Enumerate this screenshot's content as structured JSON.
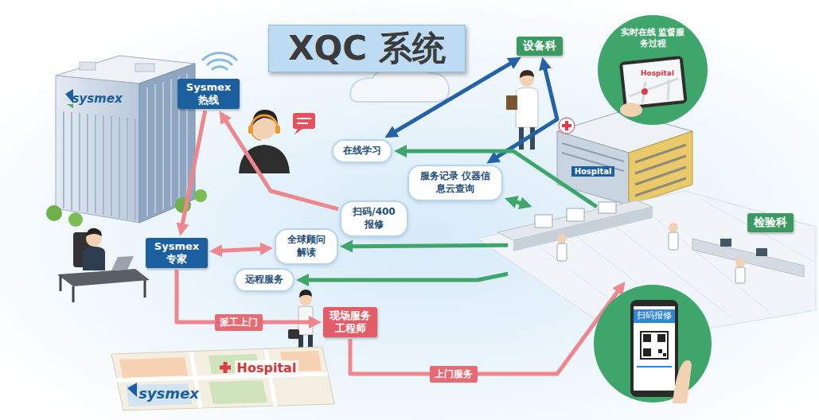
{
  "diagram": {
    "title": "XQC 系统",
    "nodes": [
      {
        "text": [
          "Sysmex 热线"
        ]
      },
      {
        "text": [
          "Sysmex 专家"
        ]
      },
      {
        "text": [
          "现场服务工程师"
        ]
      },
      {
        "text": [
          "在线学习"
        ]
      },
      {
        "text": [
          "服务记录 仪器信息云查询"
        ]
      },
      {
        "text": [
          "扫码/400报修"
        ]
      },
      {
        "text": [
          "全球顾问 解读"
        ]
      },
      {
        "text": [
          "远程服务"
        ]
      },
      {
        "text": [
          "设备科"
        ]
      },
      {
        "text": [
          "实时在线 监督服务过程"
        ]
      },
      {
        "text": [
          "检验科"
        ]
      },
      {
        "text": [
          "扫码报修"
        ]
      }
    ],
    "edges": [
      {
        "from": 5,
        "to": 0,
        "arrow": "to"
      },
      {
        "from": 0,
        "to": 1,
        "arrow": "to"
      },
      {
        "from": 1,
        "to": 6,
        "arrow": "both"
      },
      {
        "from": 1,
        "to": 2,
        "arrow": "to",
        "label": "派工上门"
      },
      {
        "from": 2,
        "to": 10,
        "arrow": "to",
        "label": "上门服务"
      },
      {
        "from": 3,
        "to": 8,
        "arrow": "both"
      },
      {
        "from": 4,
        "to": 8,
        "arrow": "both"
      },
      {
        "from": 4,
        "to": 10,
        "arrow": "both"
      },
      {
        "from": 10,
        "to": 3,
        "arrow": "to"
      },
      {
        "from": 10,
        "to": 6,
        "arrow": "to"
      },
      {
        "from": 10,
        "to": 7,
        "arrow": "to"
      }
    ],
    "labels": [
      "sysmex",
      "Hospital",
      "Hospital",
      "Hospital",
      "sysmex"
    ]
  }
}
